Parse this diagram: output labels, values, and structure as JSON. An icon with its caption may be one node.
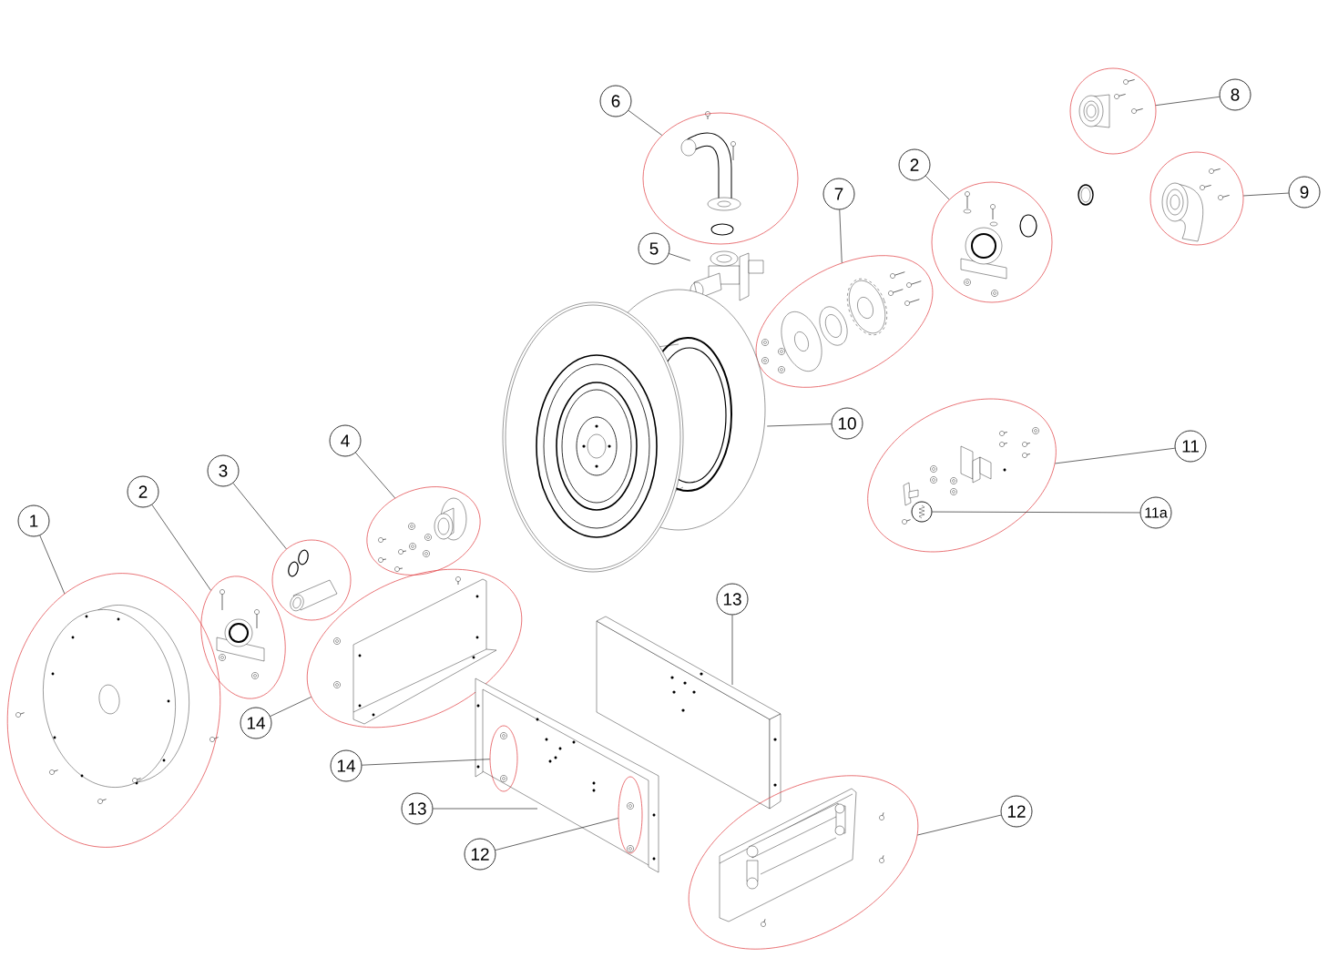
{
  "diagram": {
    "nodes": [
      {
        "text": [
          "1"
        ]
      },
      {
        "text": [],
        "shape": "ellipse"
      },
      {
        "text": [
          "2"
        ]
      },
      {
        "text": [],
        "shape": "ellipse"
      },
      {
        "text": [
          "3"
        ]
      },
      {
        "text": [],
        "shape": "ellipse"
      },
      {
        "text": [
          "4"
        ]
      },
      {
        "text": [],
        "shape": "ellipse"
      },
      {
        "text": [
          "6"
        ]
      },
      {
        "text": [],
        "shape": "ellipse"
      },
      {
        "text": [
          "5"
        ]
      },
      {
        "text": [],
        "shape": "picture"
      },
      {
        "text": [
          "7"
        ]
      },
      {
        "text": [],
        "shape": "ellipse"
      },
      {
        "text": [
          "2"
        ]
      },
      {
        "text": [],
        "shape": "ellipse"
      },
      {
        "text": [
          "8"
        ]
      },
      {
        "text": [],
        "shape": "ellipse"
      },
      {
        "text": [
          "9"
        ]
      },
      {
        "text": [],
        "shape": "ellipse"
      },
      {
        "text": [
          "10"
        ]
      },
      {
        "text": [],
        "shape": "picture"
      },
      {
        "text": [
          "11"
        ]
      },
      {
        "text": [],
        "shape": "ellipse"
      },
      {
        "text": [
          "11a"
        ]
      },
      {
        "text": [],
        "shape": "circle",
        "in": 23
      },
      {
        "text": [
          "14"
        ]
      },
      {
        "text": [],
        "shape": "ellipse"
      },
      {
        "text": [
          "13"
        ]
      },
      {
        "text": [],
        "shape": "picture"
      },
      {
        "text": [
          "14"
        ]
      },
      {
        "text": [],
        "shape": "ellipse"
      },
      {
        "text": [
          "13"
        ]
      },
      {
        "text": [],
        "shape": "picture"
      },
      {
        "text": [
          "12"
        ]
      },
      {
        "text": [],
        "shape": "ellipse"
      },
      {
        "text": [
          "12"
        ]
      },
      {
        "text": [],
        "shape": "ellipse"
      }
    ],
    "edges": [
      {
        "from": 0,
        "to": 1,
        "arrow": "none"
      },
      {
        "from": 2,
        "to": 3,
        "arrow": "none"
      },
      {
        "from": 4,
        "to": 5,
        "arrow": "none"
      },
      {
        "from": 6,
        "to": 7,
        "arrow": "none"
      },
      {
        "from": 8,
        "to": 9,
        "arrow": "none"
      },
      {
        "from": 10,
        "to": 11,
        "arrow": "none"
      },
      {
        "from": 12,
        "to": 13,
        "arrow": "none"
      },
      {
        "from": 14,
        "to": 15,
        "arrow": "none"
      },
      {
        "from": 16,
        "to": 17,
        "arrow": "none"
      },
      {
        "from": 18,
        "to": 19,
        "arrow": "none"
      },
      {
        "from": 20,
        "to": 21,
        "arrow": "none"
      },
      {
        "from": 22,
        "to": 23,
        "arrow": "none"
      },
      {
        "from": 24,
        "to": 25,
        "arrow": "none"
      },
      {
        "from": 26,
        "to": 27,
        "arrow": "none"
      },
      {
        "from": 28,
        "to": 29,
        "arrow": "none"
      },
      {
        "from": 30,
        "to": 31,
        "arrow": "none"
      },
      {
        "from": 32,
        "to": 33,
        "arrow": "none"
      },
      {
        "from": 34,
        "to": 35,
        "arrow": "none"
      },
      {
        "from": 36,
        "to": 37,
        "arrow": "none"
      }
    ]
  }
}
